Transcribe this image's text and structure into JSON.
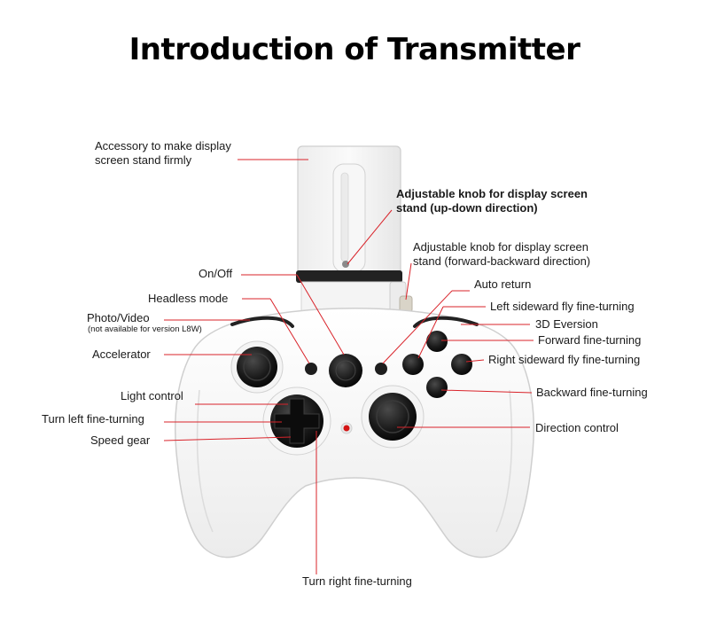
{
  "title": "Introduction of Transmitter",
  "colors": {
    "leader_line": "#d9232a",
    "body": "#ffffff",
    "button": "#161616",
    "led": "#d41515"
  },
  "labels": {
    "accessory_line1": "Accessory to make display",
    "accessory_line2": "screen stand firmly",
    "knob_ud_line1": "Adjustable knob for display screen",
    "knob_ud_line2": "stand (up-down direction)",
    "knob_fb_line1": "Adjustable knob for display screen",
    "knob_fb_line2": "stand (forward-backward direction)",
    "on_off": "On/Off",
    "headless": "Headless mode",
    "photo_video": "Photo/Video",
    "photo_video_note": "(not available for version L8W)",
    "accelerator": "Accelerator",
    "light_control": "Light control",
    "turn_left": "Turn left fine-turning",
    "speed_gear": "Speed gear",
    "auto_return": "Auto return",
    "left_sideward": "Left sideward fly fine-turning",
    "eversion": "3D Eversion",
    "forward": "Forward fine-turning",
    "right_sideward": "Right sideward fly fine-turning",
    "backward": "Backward fine-turning",
    "direction": "Direction control",
    "turn_right": "Turn right fine-turning"
  }
}
